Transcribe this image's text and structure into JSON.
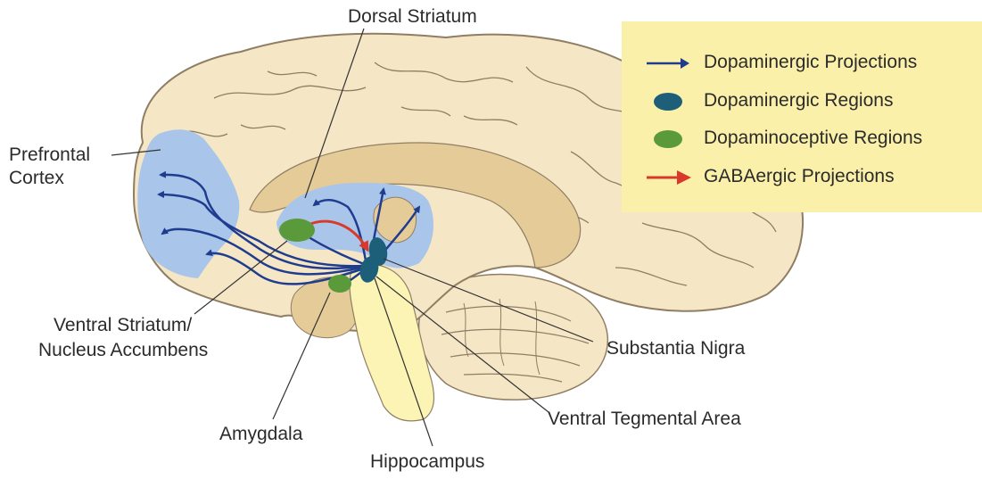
{
  "labels": {
    "dorsal_striatum": "Dorsal Striatum",
    "prefrontal_line1": "Prefrontal",
    "prefrontal_line2": "Cortex",
    "ventral_line1": "Ventral Striatum/",
    "ventral_line2": "Nucleus Accumbens",
    "amygdala": "Amygdala",
    "hippocampus": "Hippocampus",
    "substantia_nigra": "Substantia Nigra",
    "vta": "Ventral Tegmental Area"
  },
  "legend": {
    "items": [
      {
        "label": "Dopaminergic Projections",
        "symbol": "blue-arrow-icon"
      },
      {
        "label": "Dopaminergic Regions",
        "symbol": "teal-ellipse-icon"
      },
      {
        "label": "Dopaminoceptive Regions",
        "symbol": "green-ellipse-icon"
      },
      {
        "label": "GABAergic Projections",
        "symbol": "red-arrow-icon"
      }
    ]
  },
  "colors": {
    "brain_fill": "#f5e6c6",
    "brain_stroke": "#8f7e64",
    "deep_fill": "#e4cb98",
    "blue_region": "#a9c6ea",
    "stem_fill": "#fcf4b4",
    "dopaminergic_arrow": "#1f3c8f",
    "gaba_arrow": "#d9392a",
    "dopaminergic_region": "#1d5e78",
    "dopaminoceptive_region": "#5b9a3a",
    "legend_bg": "#fbf0aa",
    "leader_line": "#333333"
  }
}
